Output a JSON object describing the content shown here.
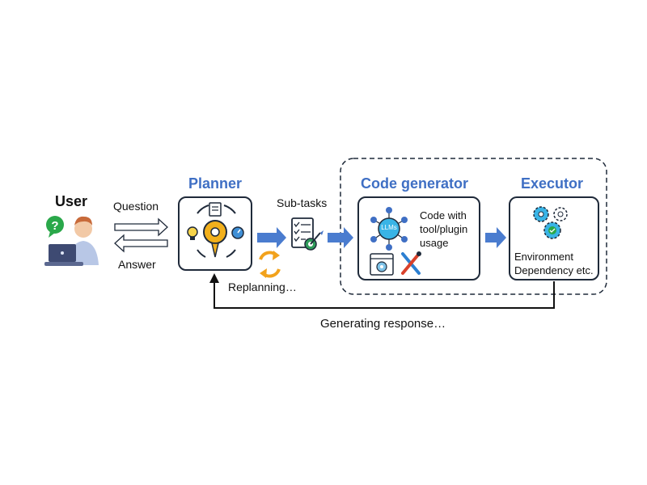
{
  "user": {
    "title": "User"
  },
  "arrows": {
    "question": "Question",
    "answer": "Answer"
  },
  "planner": {
    "title": "Planner"
  },
  "subtasks": {
    "label": "Sub-tasks"
  },
  "replanning": {
    "label": "Replanning…"
  },
  "code_generator": {
    "title": "Code generator",
    "llm_badge": "LLMs",
    "description": [
      "Code with",
      "tool/plugin",
      "usage"
    ]
  },
  "executor": {
    "title": "Executor",
    "description": [
      "Environment",
      "Dependency etc."
    ]
  },
  "feedback": {
    "label": "Generating response…"
  },
  "colors": {
    "accent_blue": "#3f6fc4",
    "arrow_blue": "#4a7ccf",
    "box_border": "#1f2a3a",
    "question_green": "#2aa84a",
    "replan_orange": "#f2a21c"
  }
}
